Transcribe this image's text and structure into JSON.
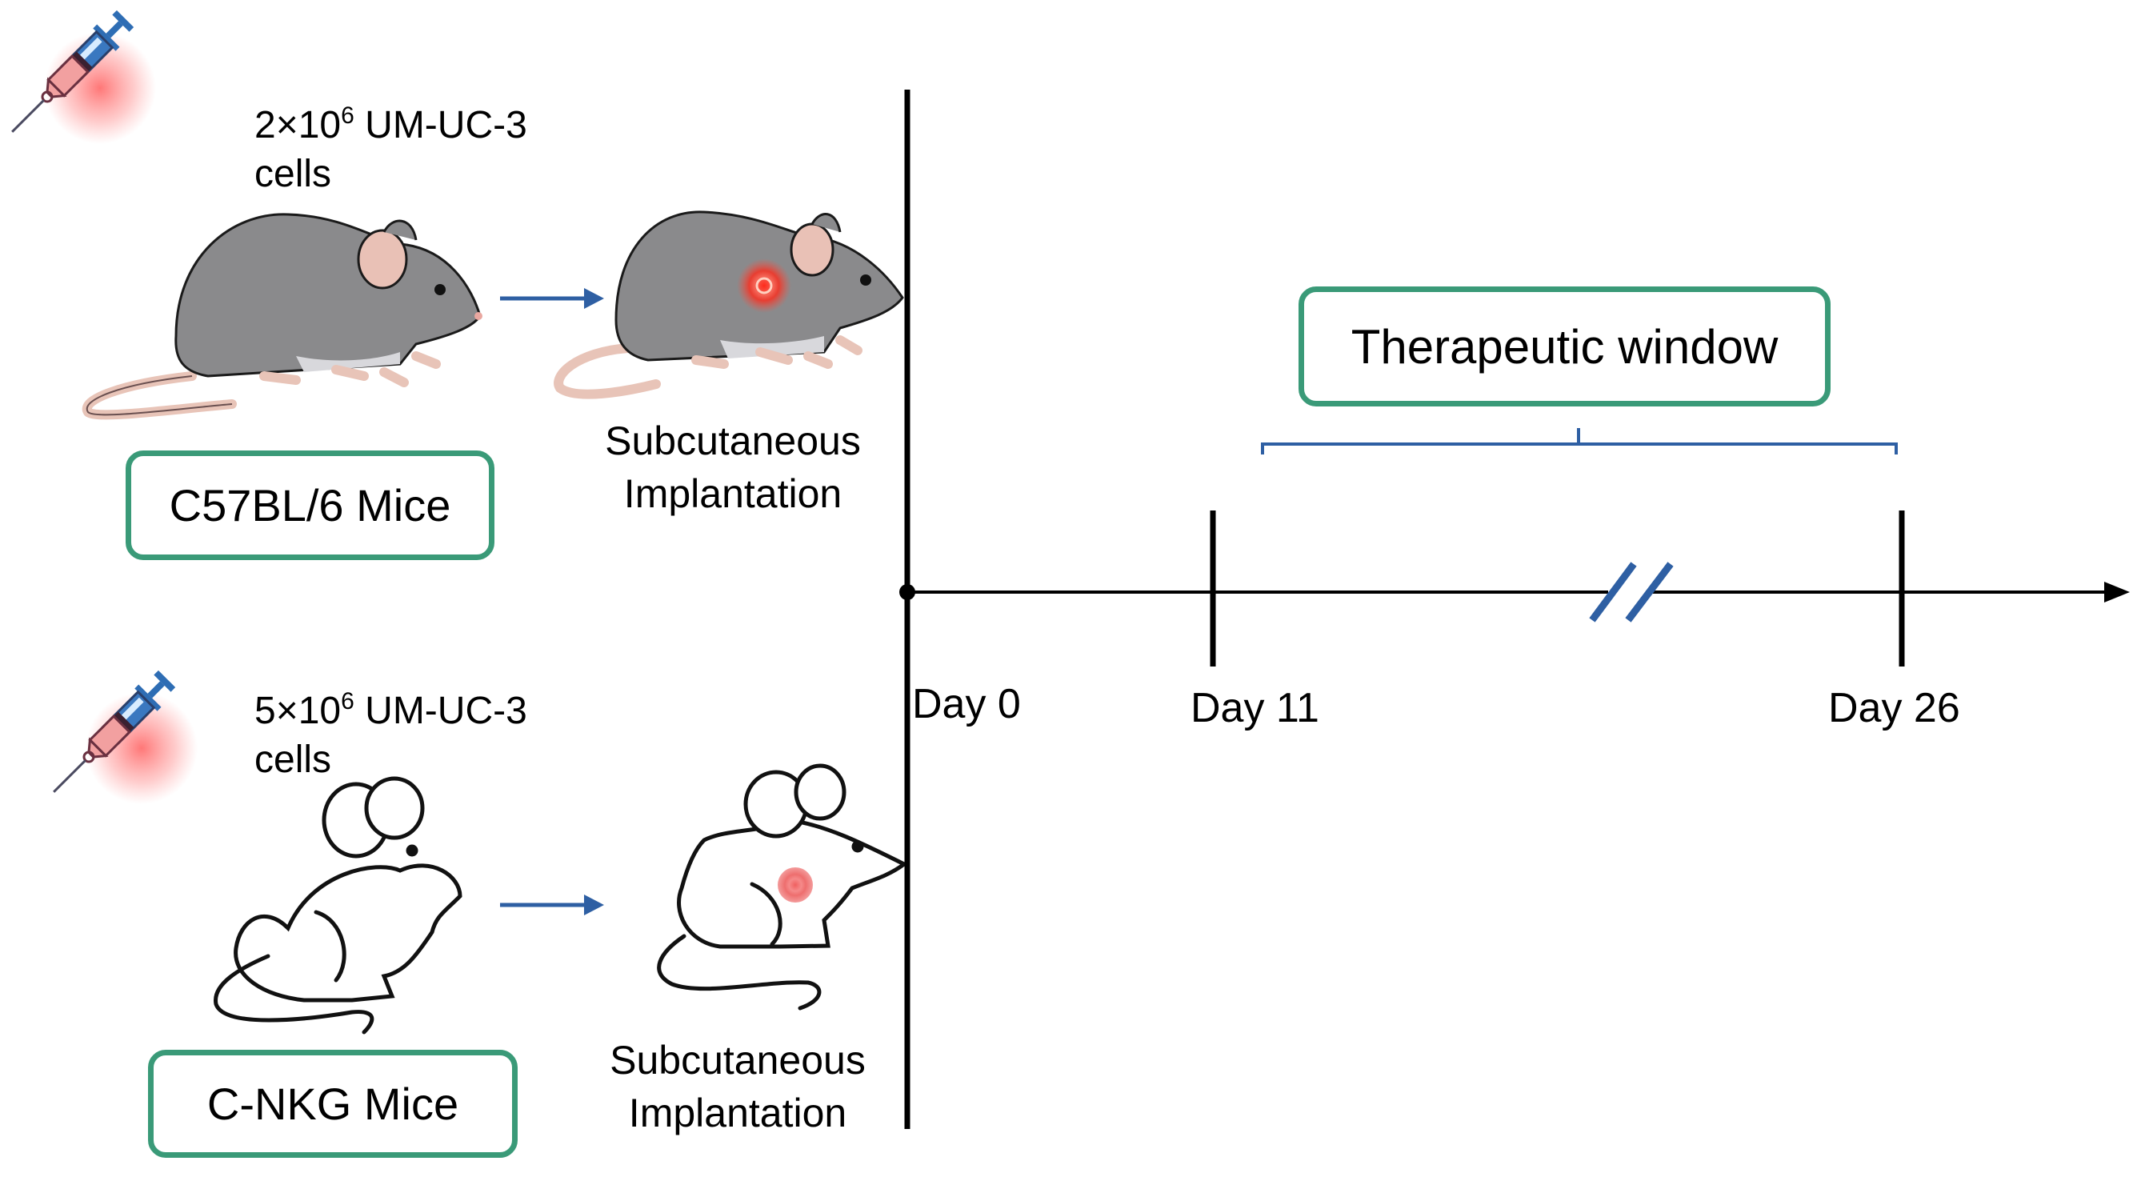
{
  "colors": {
    "box_border": "#3a9a78",
    "arrow_blue": "#2e5fa3",
    "axis": "#000000",
    "mouse_gray": "#8a8a8c",
    "tumor_red": "#ff3b30"
  },
  "groups": [
    {
      "dose_prefix": "2×10",
      "dose_exp": "6",
      "dose_suffix": " UM-UC-3",
      "dose_line2": "cells",
      "mouse_strain": "C57BL/6 Mice",
      "procedure_line1": "Subcutaneous",
      "procedure_line2": "Implantation",
      "mouse_icon": "gray-mouse-icon"
    },
    {
      "dose_prefix": "5×10",
      "dose_exp": "6",
      "dose_suffix": " UM-UC-3",
      "dose_line2": "cells",
      "mouse_strain": "C-NKG Mice",
      "procedure_line1": "Subcutaneous",
      "procedure_line2": "Implantation",
      "mouse_icon": "outline-mouse-icon"
    }
  ],
  "timeline": {
    "therapeutic_window_label": "Therapeutic window",
    "days": [
      {
        "label": "Day 0",
        "day": 0
      },
      {
        "label": "Day 11",
        "day": 11
      },
      {
        "label": "Day 26",
        "day": 26
      }
    ],
    "window_start_day": 11,
    "window_end_day": 26,
    "axis_break": true
  }
}
